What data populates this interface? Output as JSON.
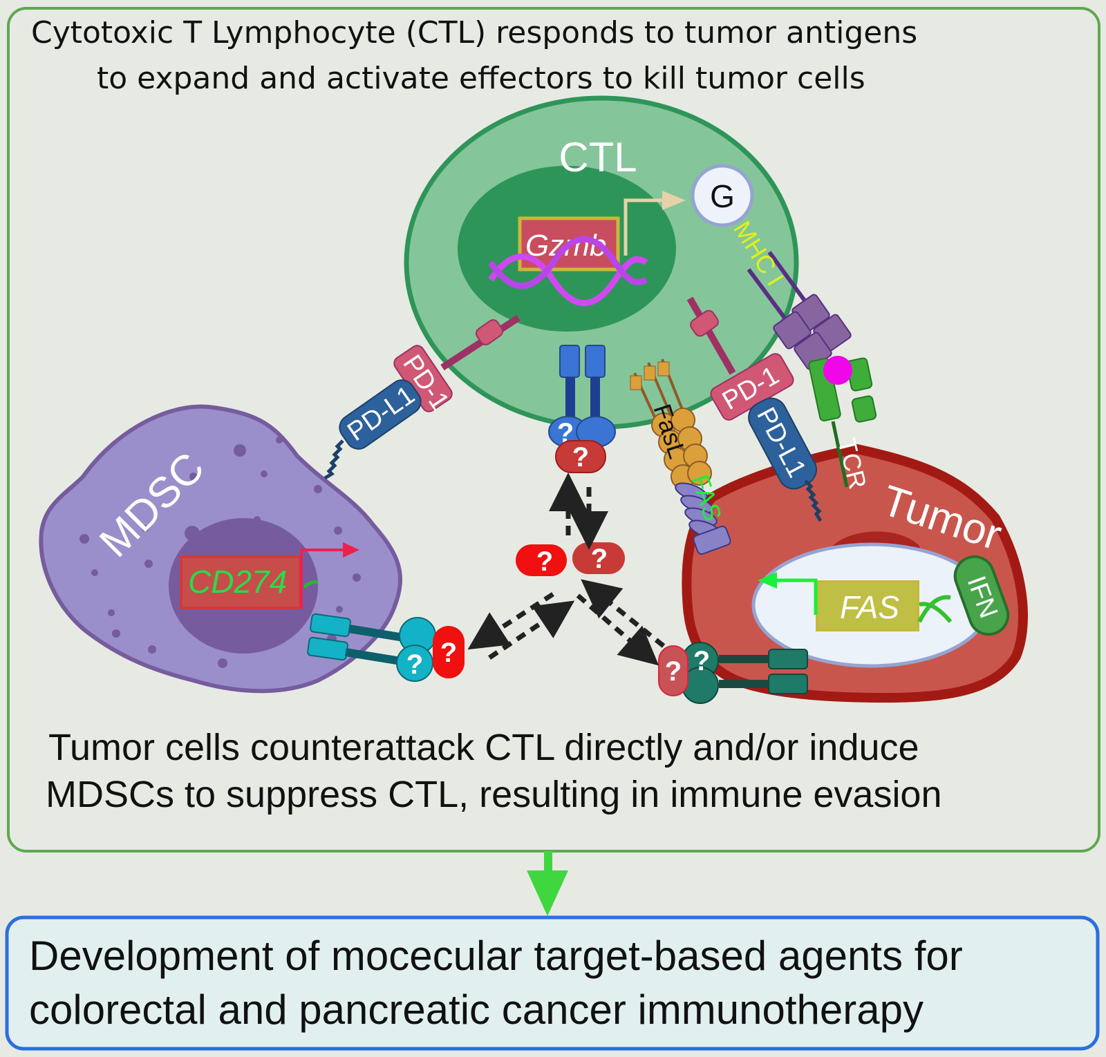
{
  "top_panel": {
    "caption_line1": "Cytotoxic T Lymphocyte (CTL) responds to tumor antigens",
    "caption_line2": "to expand and activate effectors to kill tumor cells",
    "border_color": "#5fa84f"
  },
  "cells": {
    "ctl": {
      "label": "CTL",
      "gene": "Gzmb",
      "product": "G",
      "color": "#85c59a",
      "nucleus_color": "#2e9558"
    },
    "mdsc": {
      "label": "MDSC",
      "gene": "CD274",
      "color": "#9a8fca",
      "nucleus_color": "#765c9e"
    },
    "tumor": {
      "label": "Tumor",
      "gene": "FAS",
      "cytokine": "IFN",
      "color": "#c9564d",
      "border_color": "#a31a14"
    }
  },
  "molecules": {
    "pd1_left": "PD-1",
    "pdl1_left": "PD-L1",
    "pd1_right": "PD-1",
    "pdl1_right": "PD-L1",
    "fasl": "FasL",
    "fas": "FAS",
    "mhc": "MHC I",
    "tcr": "TCR"
  },
  "unknowns": {
    "symbol": "?"
  },
  "middle_panel": {
    "caption_line1": "Tumor cells counterattack CTL directly and/or induce",
    "caption_line2": "MDSCs to suppress CTL, resulting in immune evasion"
  },
  "flow_arrow_color": "#3fd640",
  "bottom_panel": {
    "caption_line1": "Development of mocecular target-based agents for",
    "caption_line2": "colorectal and pancreatic cancer immunotherapy",
    "border_color": "#2a6fe0",
    "fill_color": "#e1f0ef"
  }
}
